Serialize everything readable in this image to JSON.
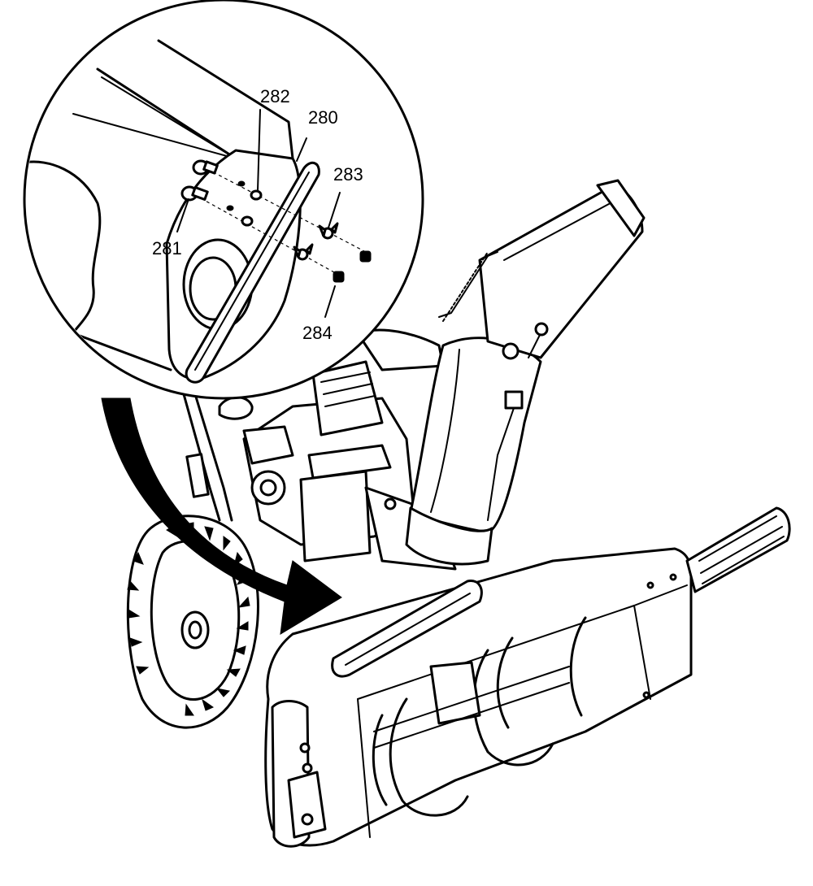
{
  "figure": {
    "callouts": [
      {
        "id": "c282",
        "label": "282"
      },
      {
        "id": "c280",
        "label": "280"
      },
      {
        "id": "c283",
        "label": "283"
      },
      {
        "id": "c281",
        "label": "281"
      },
      {
        "id": "c284",
        "label": "284"
      }
    ],
    "colors": {
      "line": "#000000",
      "background": "#ffffff"
    }
  }
}
